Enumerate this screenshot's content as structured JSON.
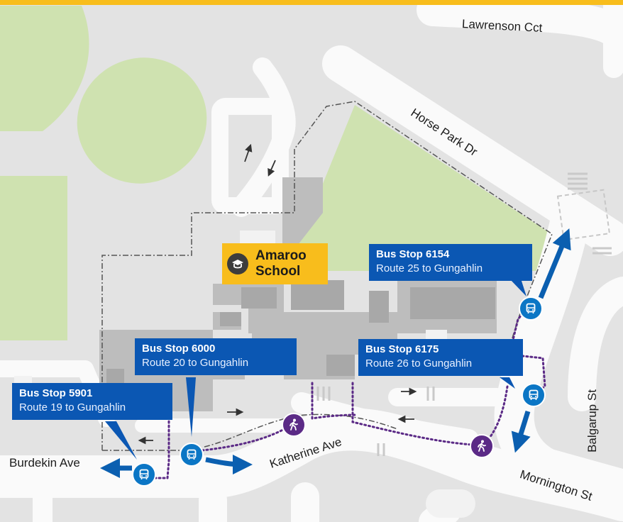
{
  "streets": {
    "lawrenson": "Lawrenson Cct",
    "horse_park": "Horse Park Dr",
    "burdekin": "Burdekin Ave",
    "katherine": "Katherine Ave",
    "balgarup": "Balgarup St",
    "mornington": "Mornington St"
  },
  "school": {
    "line1": "Amaroo",
    "line2": "School"
  },
  "bus_stops": [
    {
      "id": "stop-6154",
      "title": "Bus Stop 6154",
      "route": "Route 25 to Gungahlin"
    },
    {
      "id": "stop-6000",
      "title": "Bus Stop 6000",
      "route": "Route 20 to Gungahlin"
    },
    {
      "id": "stop-6175",
      "title": "Bus Stop 6175",
      "route": "Route 26 to Gungahlin"
    },
    {
      "id": "stop-5901",
      "title": "Bus Stop 5901",
      "route": "Route 19 to Gungahlin"
    }
  ],
  "icons": {
    "bus": "bus-icon",
    "walk": "pedestrian-icon",
    "school": "school-cap-icon"
  },
  "colors": {
    "banner": "#f8bd1c",
    "callout": "#0b57b3",
    "bus_icon": "#0b76c5",
    "walk_icon": "#5b2a86",
    "green": "#cfe2b0",
    "road": "#fafafa",
    "building": "#bdbdbd"
  }
}
